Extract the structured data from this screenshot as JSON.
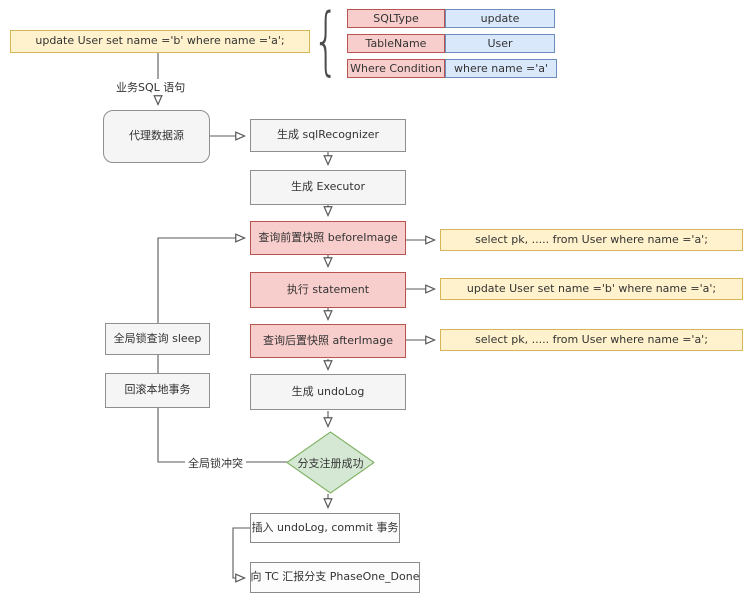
{
  "palette": {
    "yellow_fill": "#fff2cc",
    "yellow_border": "#d6b656",
    "pink_fill": "#f8cecc",
    "pink_border": "#b85450",
    "gray_fill": "#f5f5f5",
    "gray_border": "#8f8f8f",
    "blue_fill": "#dae8fc",
    "blue_border": "#6c8ebf",
    "green_fill": "#d5e8d4",
    "green_border": "#82b366",
    "line_color": "#595959"
  },
  "business_sql": {
    "statement": "update User set name ='b' where name ='a';",
    "flow_label": "业务SQL 语句"
  },
  "parse_table": {
    "rows": [
      {
        "key": "SQLType",
        "value": "update"
      },
      {
        "key": "TableName",
        "value": "User"
      },
      {
        "key": "Where Condition",
        "value": "where name ='a'"
      }
    ]
  },
  "flow": {
    "proxy_datasource": "代理数据源",
    "gen_sql_recognizer": "生成 sqlRecognizer",
    "gen_executor": "生成 Executor",
    "query_before_image": "查询前置快照 beforeImage",
    "execute_statement": "执行 statement",
    "query_after_image": "查询后置快照 afterImage",
    "gen_undo_log": "生成 undoLog",
    "branch_register_success": "分支注册成功",
    "insert_undolog_commit": "插入 undoLog, commit 事务",
    "report_to_tc": "向 TC 汇报分支 PhaseOne_Done"
  },
  "retry_branch": {
    "global_lock_query_sleep": "全局锁查询 sleep",
    "rollback_local_tx": "回滚本地事务",
    "global_lock_conflict": "全局锁冲突"
  },
  "sql_callouts": {
    "before_image_sql": "select pk, ..... from User where name ='a';",
    "execute_sql": "update User set name ='b' where name ='a';",
    "after_image_sql": "select pk, ..... from User where name ='a';"
  }
}
